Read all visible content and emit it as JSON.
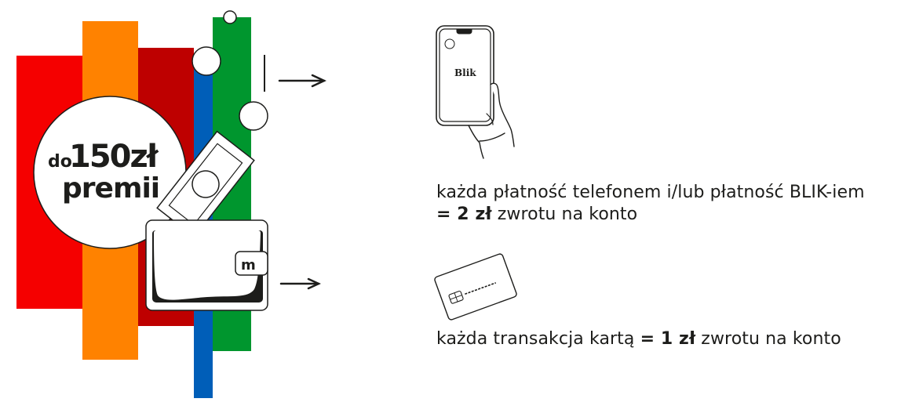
{
  "promo": {
    "badge": {
      "prefix": "do",
      "amount": "150zł",
      "label": "premii"
    },
    "wallet_logo": "m",
    "phone_screen_label": "Blik",
    "phone_screen_logo": "blik-logo-icon",
    "rewards": [
      {
        "icon": "phone-in-hand-icon",
        "text_before": "każda płatność telefonem i/lub płatność BLIK-iem ",
        "text_bold": "= 2 zł",
        "text_after": " zwrotu na konto"
      },
      {
        "icon": "payment-card-icon",
        "text_before": "każda transakcja kartą ",
        "text_bold": "= 1 zł",
        "text_after": " zwrotu na konto"
      }
    ],
    "colors": {
      "red": "#f50000",
      "orange": "#ff8200",
      "dark_red": "#be0000",
      "blue": "#005eb8",
      "green": "#00962e",
      "ink": "#1d1d1b"
    }
  }
}
